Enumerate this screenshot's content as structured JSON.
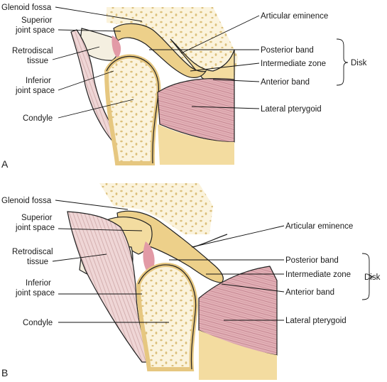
{
  "panels": {
    "A": {
      "letter": "A",
      "left_labels": {
        "glenoid_fossa": "Glenoid fossa",
        "superior_1": "Superior",
        "superior_2": "joint space",
        "retrodiscal_1": "Retrodiscal",
        "retrodiscal_2": "tissue",
        "inferior_1": "Inferior",
        "inferior_2": "joint space",
        "condyle": "Condyle"
      },
      "right_labels": {
        "articular_eminence": "Articular eminence",
        "posterior_band": "Posterior band",
        "intermediate_zone": "Intermediate zone",
        "anterior_band": "Anterior band",
        "lateral_pterygoid": "Lateral pterygoid",
        "disk": "Disk"
      }
    },
    "B": {
      "letter": "B",
      "left_labels": {
        "glenoid_fossa": "Glenoid fossa",
        "superior_1": "Superior",
        "superior_2": "joint space",
        "retrodiscal_1": "Retrodiscal",
        "retrodiscal_2": "tissue",
        "inferior_1": "Inferior",
        "inferior_2": "joint space",
        "condyle": "Condyle"
      },
      "right_labels": {
        "articular_eminence": "Articular eminence",
        "posterior_band": "Posterior band",
        "intermediate_zone": "Intermediate zone",
        "anterior_band": "Anterior band",
        "lateral_pterygoid": "Lateral pterygoid",
        "disk": "Disk"
      }
    }
  },
  "colors": {
    "bone_fill": "#f3dca0",
    "bone_dots": "#dcbf7a",
    "disk_fill": "#edd08a",
    "muscle": "#d9a0a8",
    "muscle_dark": "#b97682",
    "tissue": "#f4efe0",
    "tissue_pink": "#e29aa6",
    "outline": "#222222"
  }
}
